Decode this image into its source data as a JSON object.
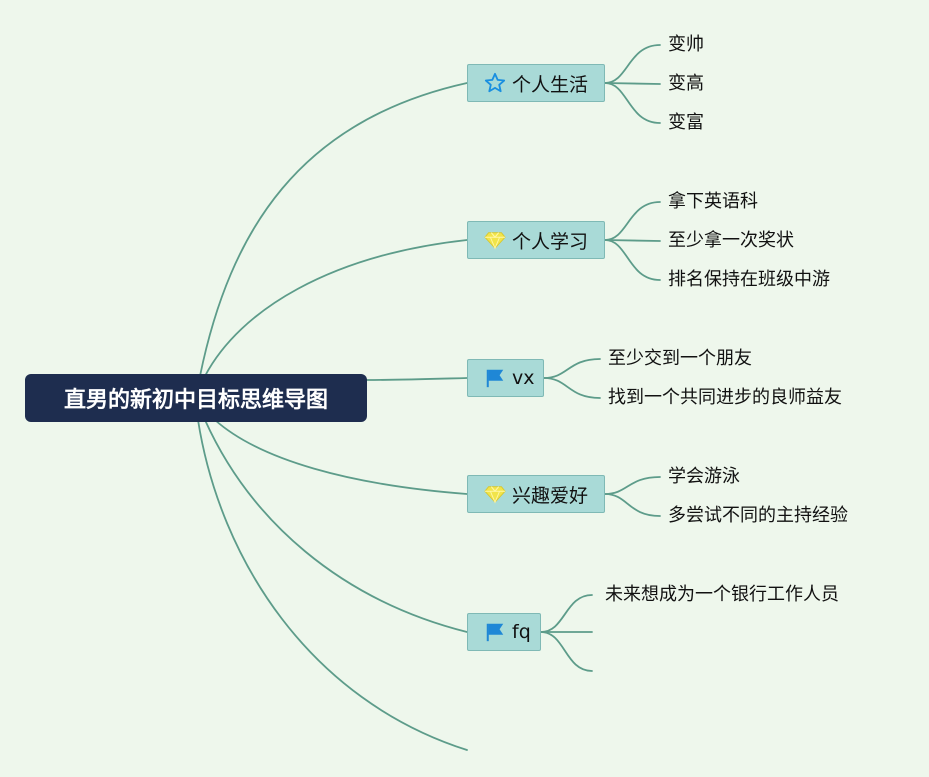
{
  "root": {
    "label": "直男的新初中目标思维导图"
  },
  "branches": [
    {
      "label": "个人生活",
      "icon": "star-icon",
      "icon_color": "#1a8fe0",
      "children": [
        "变帅",
        "变高",
        "变富"
      ]
    },
    {
      "label": "个人学习",
      "icon": "gem-icon",
      "icon_color": "#f1e44a",
      "children": [
        "拿下英语科",
        "至少拿一次奖状",
        "排名保持在班级中游"
      ]
    },
    {
      "label": "vx",
      "icon": "flag-icon",
      "icon_color": "#1f87d6",
      "children": [
        "至少交到一个朋友",
        "找到一个共同进步的良师益友"
      ]
    },
    {
      "label": "兴趣爱好",
      "icon": "gem-icon",
      "icon_color": "#f1e44a",
      "children": [
        "学会游泳",
        "多尝试不同的主持经验"
      ]
    },
    {
      "label": "fq",
      "icon": "flag-icon",
      "icon_color": "#1f87d6",
      "children": [
        "未来想成为一个银行工作人员",
        "",
        ""
      ]
    }
  ],
  "colors": {
    "line": "#5d9c8a",
    "background": "#eef7ec",
    "root_bg": "#1e2d4f",
    "topic_bg": "#a9dad7"
  }
}
